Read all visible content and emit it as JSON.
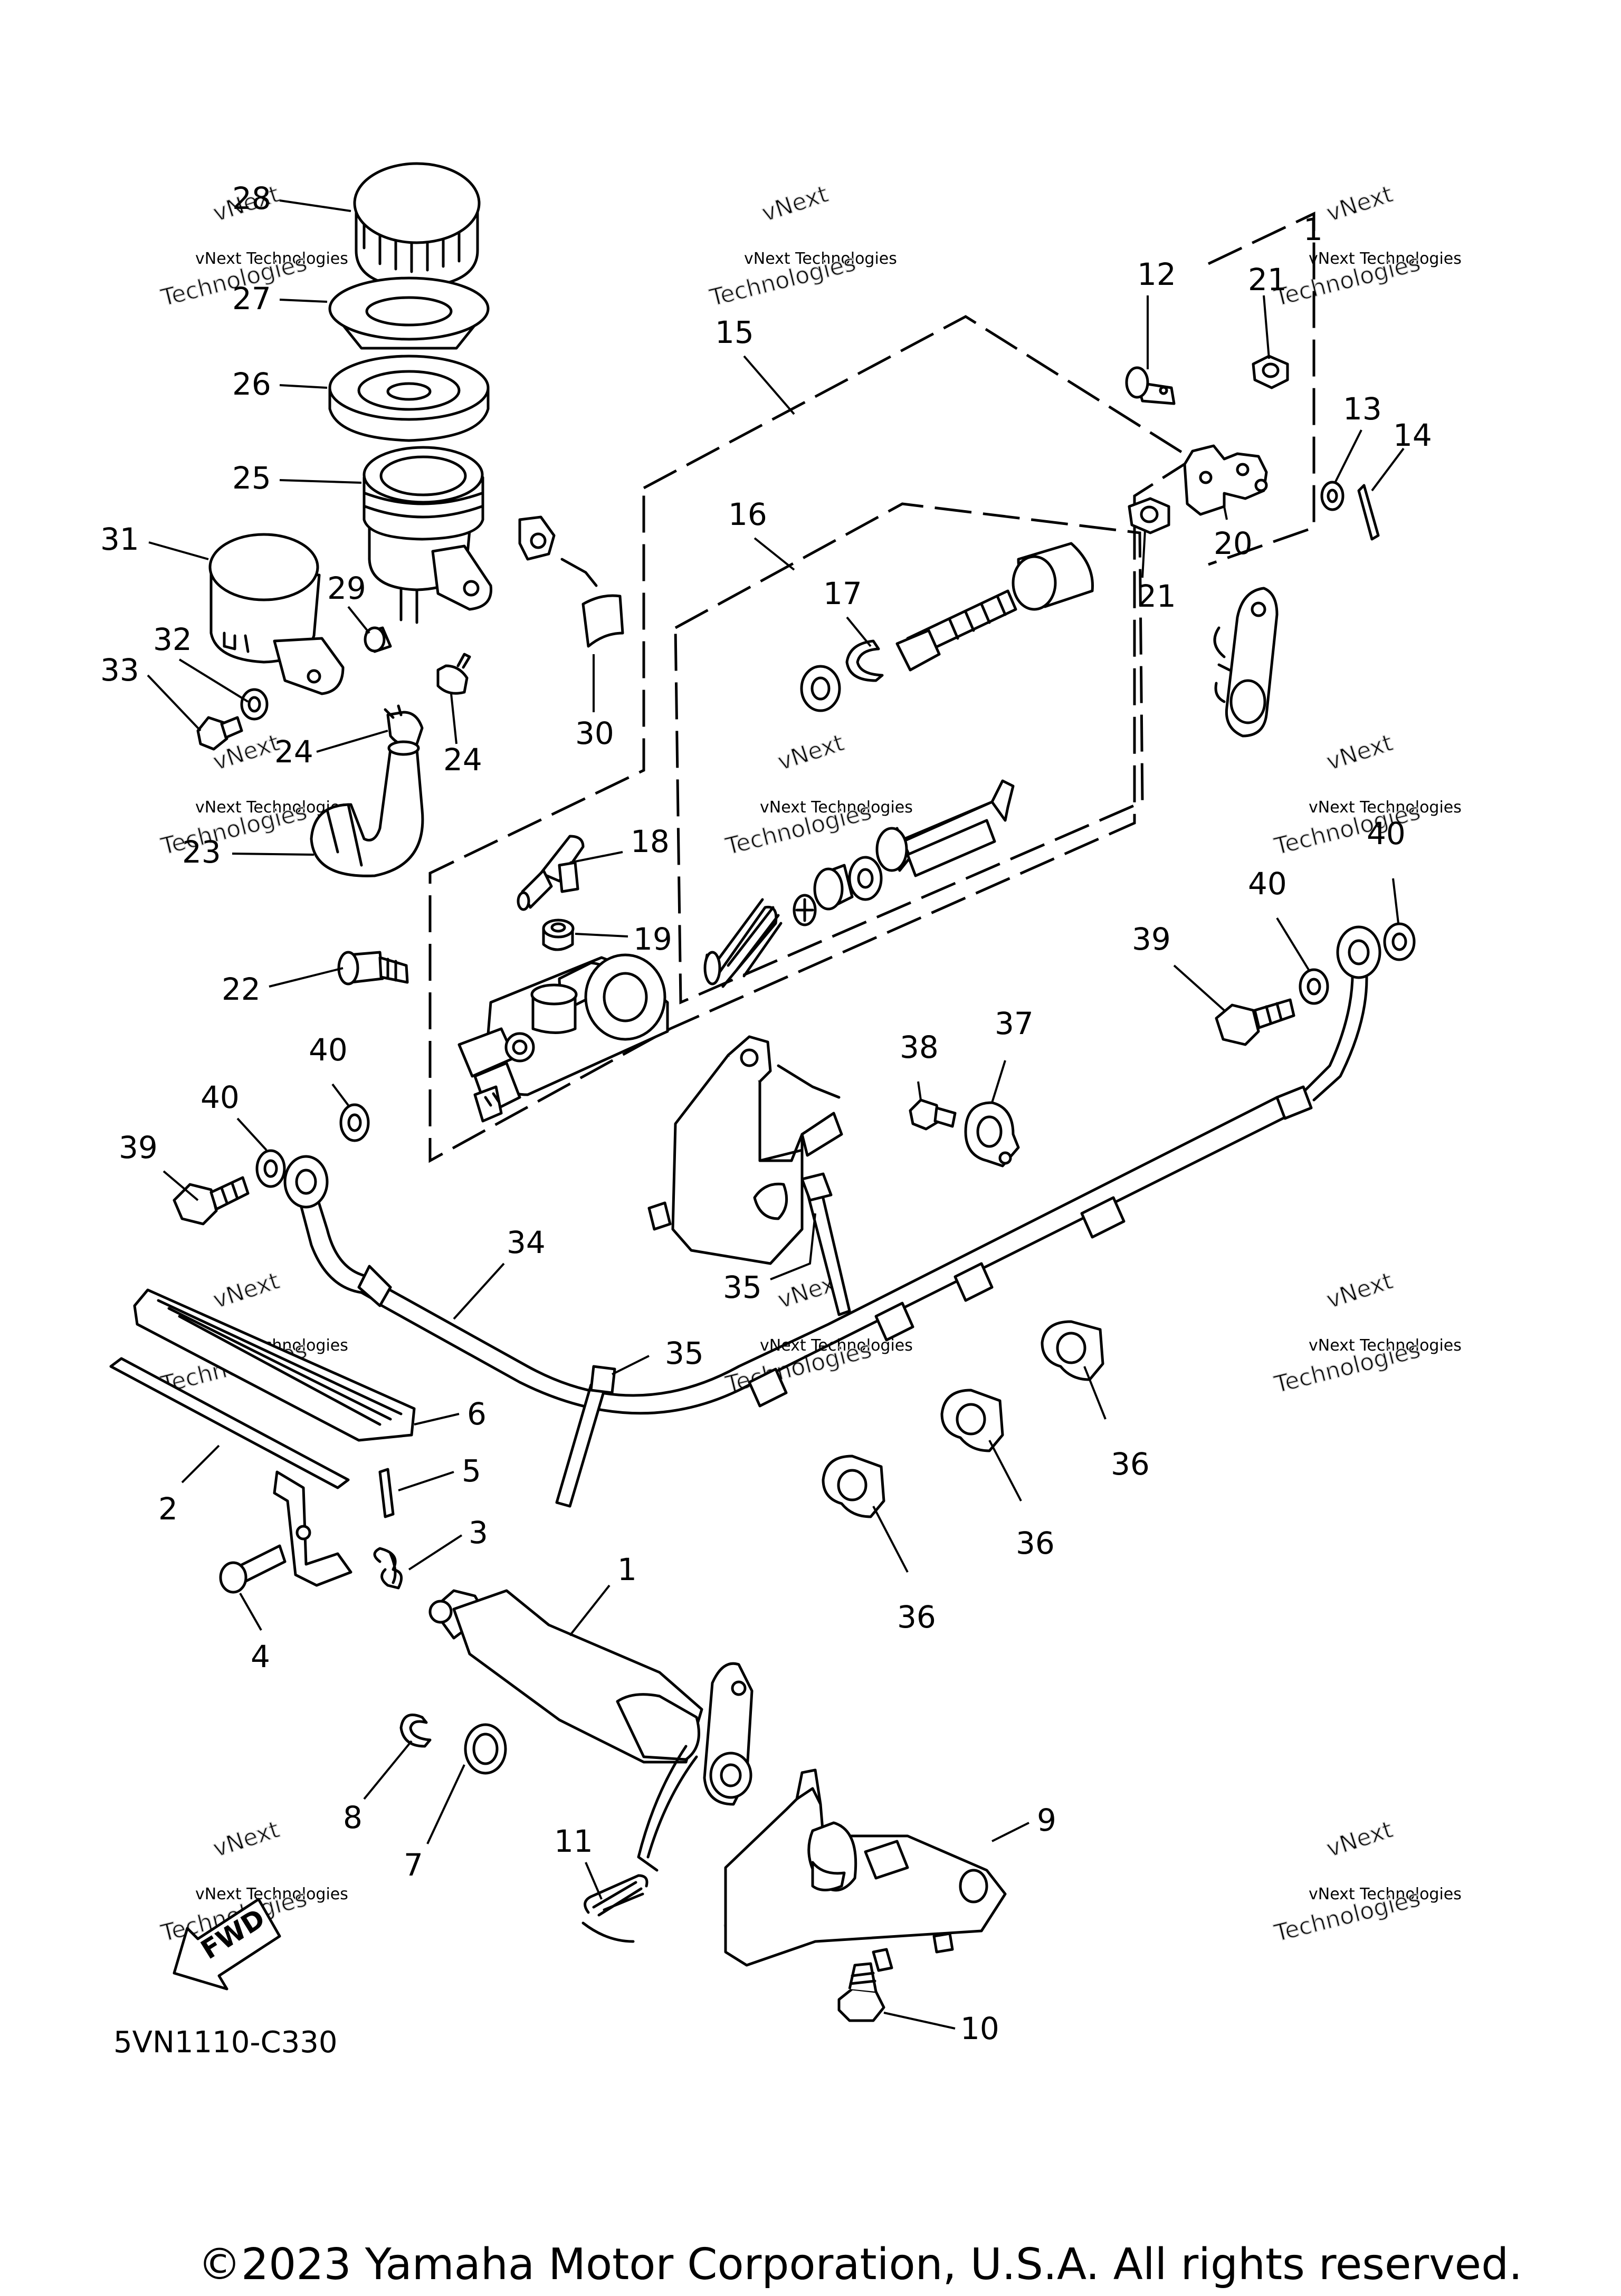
{
  "diagram": {
    "callouts": [
      {
        "id": "28",
        "label": "28"
      },
      {
        "id": "27",
        "label": "27"
      },
      {
        "id": "26",
        "label": "26"
      },
      {
        "id": "25",
        "label": "25"
      },
      {
        "id": "31",
        "label": "31"
      },
      {
        "id": "29",
        "label": "29"
      },
      {
        "id": "32",
        "label": "32"
      },
      {
        "id": "33",
        "label": "33"
      },
      {
        "id": "24a",
        "label": "24"
      },
      {
        "id": "24b",
        "label": "24"
      },
      {
        "id": "30",
        "label": "30"
      },
      {
        "id": "23",
        "label": "23"
      },
      {
        "id": "15",
        "label": "15"
      },
      {
        "id": "16",
        "label": "16"
      },
      {
        "id": "17",
        "label": "17"
      },
      {
        "id": "12",
        "label": "12"
      },
      {
        "id": "21a",
        "label": "21"
      },
      {
        "id": "1top",
        "label": "1"
      },
      {
        "id": "13",
        "label": "13"
      },
      {
        "id": "14",
        "label": "14"
      },
      {
        "id": "20",
        "label": "20"
      },
      {
        "id": "21b",
        "label": "21"
      },
      {
        "id": "18",
        "label": "18"
      },
      {
        "id": "19",
        "label": "19"
      },
      {
        "id": "22",
        "label": "22"
      },
      {
        "id": "40a",
        "label": "40"
      },
      {
        "id": "40b",
        "label": "40"
      },
      {
        "id": "39a",
        "label": "39"
      },
      {
        "id": "40c",
        "label": "40"
      },
      {
        "id": "40d",
        "label": "40"
      },
      {
        "id": "39b",
        "label": "39"
      },
      {
        "id": "38",
        "label": "38"
      },
      {
        "id": "37",
        "label": "37"
      },
      {
        "id": "34",
        "label": "34"
      },
      {
        "id": "35a",
        "label": "35"
      },
      {
        "id": "35b",
        "label": "35"
      },
      {
        "id": "6",
        "label": "6"
      },
      {
        "id": "5",
        "label": "5"
      },
      {
        "id": "2",
        "label": "2"
      },
      {
        "id": "3",
        "label": "3"
      },
      {
        "id": "4",
        "label": "4"
      },
      {
        "id": "1",
        "label": "1"
      },
      {
        "id": "36a",
        "label": "36"
      },
      {
        "id": "36b",
        "label": "36"
      },
      {
        "id": "36c",
        "label": "36"
      },
      {
        "id": "8",
        "label": "8"
      },
      {
        "id": "7",
        "label": "7"
      },
      {
        "id": "11",
        "label": "11"
      },
      {
        "id": "9",
        "label": "9"
      },
      {
        "id": "10",
        "label": "10"
      }
    ],
    "fwd_label": "FWD",
    "diagram_code": "5VN1110-C330",
    "watermark": {
      "line1": "vNext Technologies",
      "line2": "vNext",
      "line3": "Technologies"
    },
    "copyright": "©2023 Yamaha Motor Corporation, U.S.A. All rights reserved."
  }
}
